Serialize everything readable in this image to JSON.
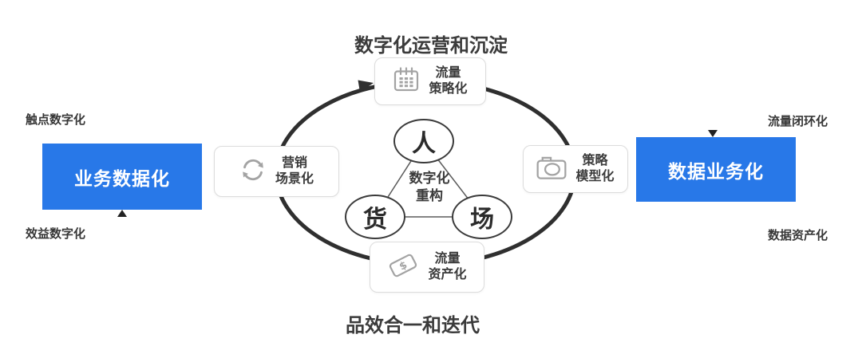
{
  "colors": {
    "accent_blue": "#2878E8",
    "loop_stroke": "#2f2f2f",
    "icon_gray": "#a3a3a3",
    "card_border": "#dcdcdc",
    "text_dark": "#3b3b3b"
  },
  "titles": {
    "top": "数字化运营和沉淀",
    "bottom": "品效合一和迭代"
  },
  "side_labels": {
    "top_left": "触点数字化",
    "bottom_left": "效益数字化",
    "top_right": "流量闭环化",
    "bottom_right": "数据资产化"
  },
  "blue_boxes": {
    "left": "业务数据化",
    "right": "数据业务化"
  },
  "cycle_nodes": {
    "top": {
      "icon": "calendar-icon",
      "label": "流量\n策略化"
    },
    "left": {
      "icon": "refresh-icon",
      "label": "营销\n场景化"
    },
    "right": {
      "icon": "camera-icon",
      "label": "策略\n模型化"
    },
    "bottom": {
      "icon": "banknote-icon",
      "label": "流量\n资产化"
    }
  },
  "center": {
    "person": "人",
    "goods": "货",
    "place": "场",
    "label": "数字化\n重构"
  },
  "markers": {
    "left_box": "up-triangle-icon",
    "right_box": "down-triangle-icon"
  }
}
